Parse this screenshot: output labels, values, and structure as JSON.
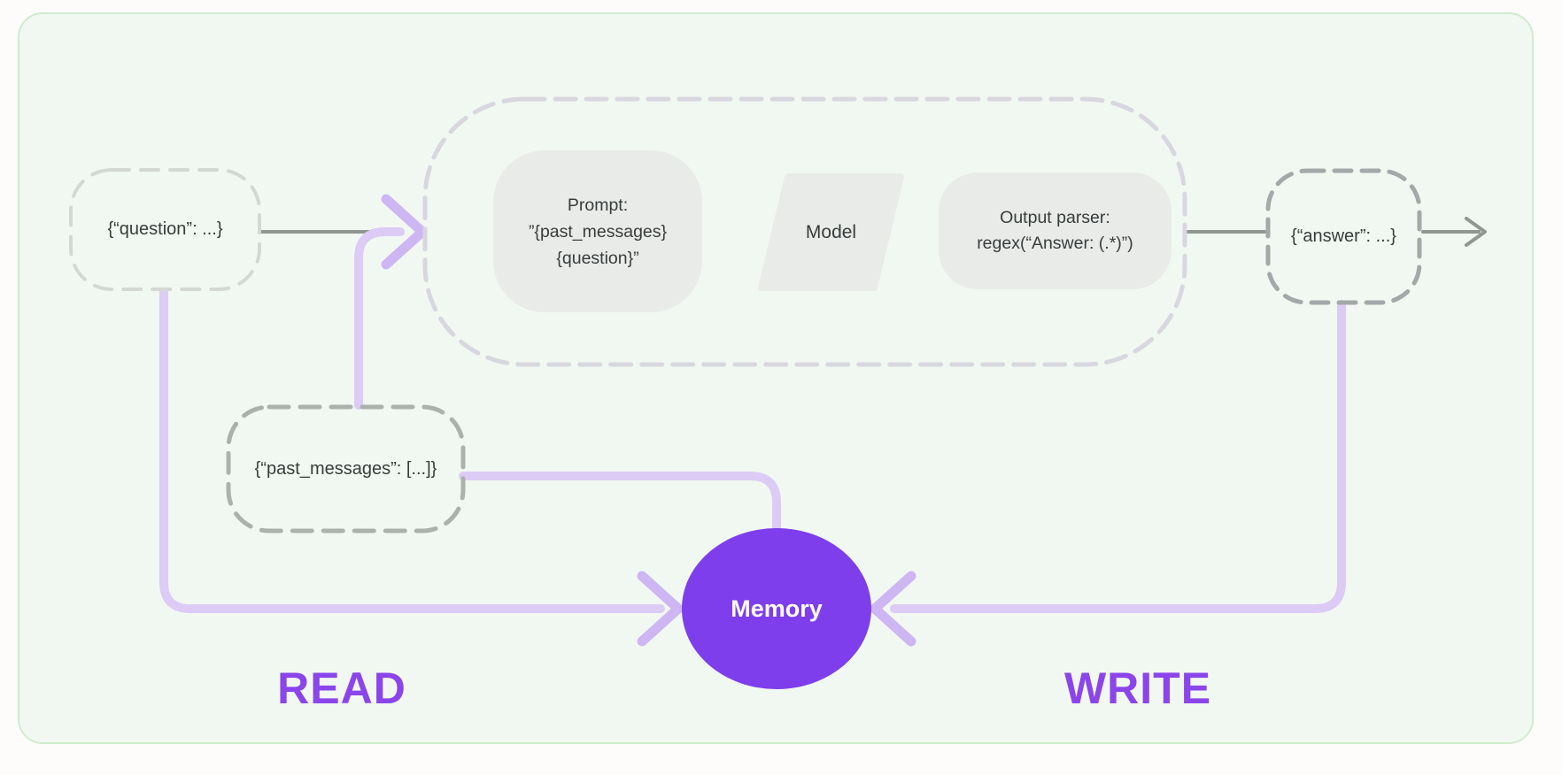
{
  "diagram_title": "chain-with-memory-read-write-flow",
  "nodes": {
    "question": {
      "label": "{“question”: ...}"
    },
    "chain": {
      "prompt": {
        "lines": [
          "Prompt:",
          "”{past_messages}",
          "{question}”"
        ]
      },
      "model": {
        "label": "Model"
      },
      "output_parser": {
        "lines": [
          "Output parser:",
          "regex(“Answer: (.*)”)"
        ]
      }
    },
    "answer": {
      "label": "{“answer”: ...}"
    },
    "past_messages": {
      "label": "{“past_messages”: [...]}"
    },
    "memory": {
      "label": "Memory"
    }
  },
  "annotations": {
    "read": "READ",
    "write": "WRITE"
  },
  "icons": [
    "chain-input-arrowhead-icon",
    "memory-read-arrowhead-icon",
    "memory-write-arrowhead-icon",
    "output-arrow-icon"
  ],
  "colors": {
    "page_bg": "#fdfcfa",
    "panel_bg": "#f1f8f1",
    "panel_border": "#cfeccd",
    "node_fill": "#e9ebe9",
    "text_dark": "#383d3c",
    "dash_light": "#d4d8d4",
    "dash_chain": "#d8d6de",
    "dash_medium": "#abb2ac",
    "dash_dark": "#a3a9a9",
    "gray_line": "#909691",
    "purple_line": "#dccbf5",
    "purple_arrow": "#cdb6f2",
    "memory_fill": "#7e3eeb",
    "label_purple": "#8b45ea"
  }
}
